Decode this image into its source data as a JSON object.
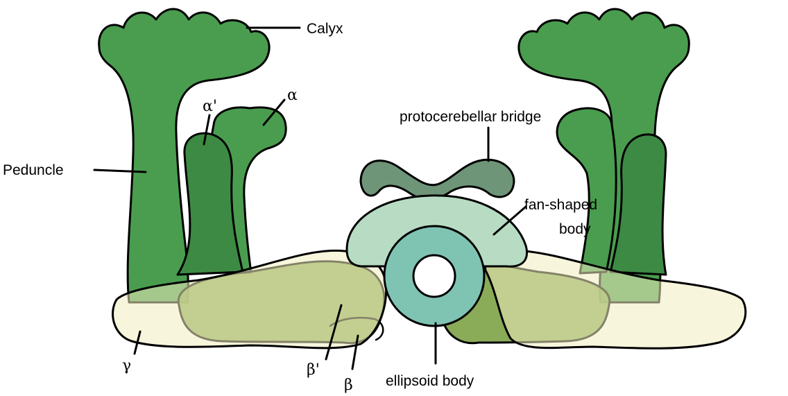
{
  "labels": {
    "calyx": "Calyx",
    "peduncle": "Peduncle",
    "alpha_prime": "α'",
    "alpha": "α",
    "gamma": "γ",
    "beta_prime": "β'",
    "beta": "β",
    "protocerebellar_bridge": "protocerebellar bridge",
    "fan_shaped_body_line1": "fan-shaped",
    "fan_shaped_body_line2": "body",
    "ellipsoid_body": "ellipsoid body"
  },
  "colors": {
    "mushroom_body_green": "#4a9d4f",
    "mushroom_body_dark_green": "#3d8a44",
    "lobe_overlay_olive": "#7da245",
    "gamma_lobe_cream": "#f1edc0",
    "protocerebellar_bridge": "#6e9577",
    "fan_shaped_body": "#b7dcc3",
    "ellipsoid_body": "#7fc3b3",
    "outline": "#000000"
  }
}
